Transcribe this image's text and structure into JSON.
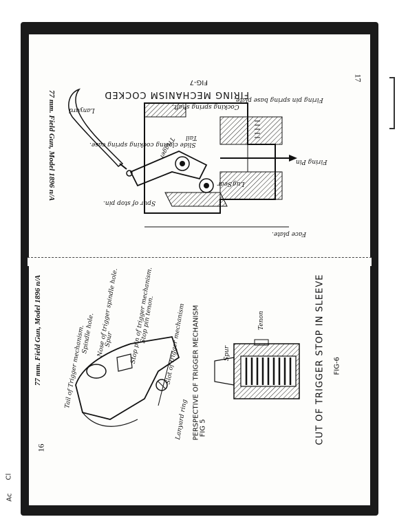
{
  "page_top": {
    "header": "77 mm. Field Gun, Model 1896 n/A",
    "page_number": "17",
    "fig7": {
      "title": "FIRING MECHANISM COCKED",
      "number": "FIG-7",
      "labels": {
        "lanyard": "Lanyard",
        "firing_pin_spring_base_plate": "Firing pin spring base plate.",
        "cocking_spring_shaft": "Cocking spring shaft.",
        "tail": "Tail",
        "slide_closing_cocking_spring_case": "Slide closing cocking spring case.",
        "trigger": "Trigger",
        "firing_pin": "Firing Pin",
        "lug": "Lug",
        "sear": "Sear",
        "spur_of_stop_pin": "Spur of stop pin.",
        "face_plate": "Face plate."
      }
    }
  },
  "page_bottom": {
    "header": "77 mm. Field Gun, Model 1896 n/A",
    "page_number": "16",
    "fig5": {
      "title": "PERSPECTIVE OF TRIGGER MECHANISM",
      "number": "FIG 5",
      "labels": {
        "tail_of_trigger_mechanism": "Tail of Trigger mechanism.",
        "spindle_hole": "Spindle hole.",
        "nose_of_trigger_spindle_hole": "Nose of trigger spindle hole.",
        "spur": "Spur",
        "stop_pin_of_trigger_mechanism": "Stop pin of trigger mechanism.",
        "stop_pin_tenon": "Stop pin tenon.",
        "slot_of_trigger_mechanism": "Slot of trigger mechanism",
        "lanyard_ring": "Lanyard ring"
      }
    },
    "fig6": {
      "title": "CUT OF TRIGGER STOP IN SLEEVE",
      "number": "FIG-6",
      "labels": {
        "spur": "Spur",
        "tenon": "Tenon"
      }
    }
  },
  "margin_fragments": {
    "frag1": "Cl",
    "frag2": "Ac"
  }
}
